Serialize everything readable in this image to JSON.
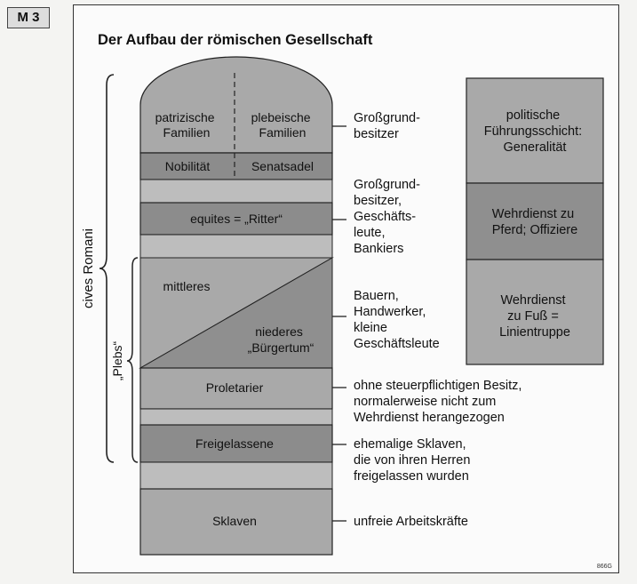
{
  "badge": "M 3",
  "title": "Der Aufbau der römischen Gesellschaft",
  "side_labels": {
    "cives": "cives Romani",
    "plebs": "„Plebs“"
  },
  "column": {
    "patrician": [
      "patrizische",
      "Familien"
    ],
    "plebeian": [
      "plebeische",
      "Familien"
    ],
    "nobilitaet": "Nobilität",
    "senatsadel": "Senatsadel",
    "equites": "equites = „Ritter“",
    "mittleres": "mittleres",
    "niederes": [
      "niederes",
      "„Bürgertum“"
    ],
    "proletarier": "Proletarier",
    "freigelassene": "Freigelassene",
    "sklaven": "Sklaven"
  },
  "descriptions": {
    "d1": [
      "Großgrund-",
      "besitzer"
    ],
    "d2": [
      "Großgrund-",
      "besitzer,",
      "Geschäfts-",
      "leute,",
      "Bankiers"
    ],
    "d3": [
      "Bauern,",
      "Handwerker,",
      "kleine",
      "Geschäftsleute"
    ],
    "d4": [
      "ohne steuerpflichtigen Besitz,",
      "normalerweise nicht zum",
      "Wehrdienst herangezogen"
    ],
    "d5": [
      "ehemalige Sklaven,",
      "die von ihren Herren",
      "freigelassen wurden"
    ],
    "d6": [
      "unfreie Arbeitskräfte"
    ]
  },
  "military": {
    "m1": [
      "politische",
      "Führungsschicht:",
      "Generalität"
    ],
    "m2": [
      "Wehrdienst zu",
      "Pferd; Offiziere"
    ],
    "m3": [
      "Wehrdienst",
      "zu Fuß =",
      "Linientruppe"
    ]
  },
  "figure_code": "866G"
}
